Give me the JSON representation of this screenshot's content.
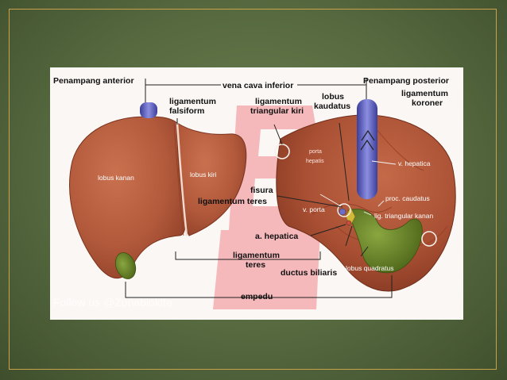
{
  "labels": {
    "penampang_anterior": "Penampang anterior",
    "vena_cava_inferior": "vena cava inferior",
    "penampang_posterior": "Penampang posterior",
    "ligamentum_falsiform_1": "ligamentum",
    "ligamentum_falsiform_2": "falsiform",
    "ligamentum_triangular_kiri_1": "ligamentum",
    "ligamentum_triangular_kiri_2": "triangular kiri",
    "lobus_kaudatus_1": "lobus",
    "lobus_kaudatus_2": "kaudatus",
    "ligamentum_koroner_1": "ligamentum",
    "ligamentum_koroner_2": "koroner",
    "lobus_kanan": "lobus kanan",
    "lobus_kiri": "lobus kiri",
    "porta_hepatis_1": "porta",
    "porta_hepatis_2": "hepatis",
    "v_hepatica": "v. hepatica",
    "fisura": "fisura",
    "ligamentum_teres_upper": "ligamentum teres",
    "v_porta": "v. porta",
    "proc_caudatus": "proc. caudatus",
    "lig_triangular_kanan": "lig. triangular kanan",
    "a_hepatica": "a. hepatica",
    "ligamentum_teres_lower_1": "ligamentum",
    "ligamentum_teres_lower_2": "teres",
    "ductus_biliaris": "ductus biliaris",
    "lobus_quadratus": "lobus quadratus",
    "empedu": "empedu"
  },
  "watermark": "Follow us @Zonabiokita",
  "colors": {
    "background": "#56693f",
    "frame_border": "#c8a24a",
    "liver": "#b2593b",
    "gallbladder": "#5c7a22",
    "vena_cava": "#6c6fc9",
    "logo_overlay": "#f3a3a8"
  }
}
